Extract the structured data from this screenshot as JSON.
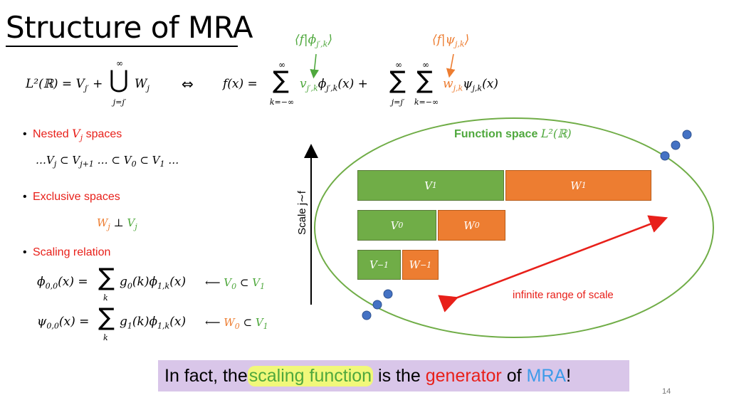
{
  "title": "Structure of MRA",
  "annotations": {
    "inner_phi": "⟨f|ϕ",
    "inner_phi_sub": "j′,k",
    "inner_psi": "⟨f|ψ",
    "inner_psi_sub": "j,k"
  },
  "equations": {
    "decomposition_lhs": "L²(ℝ) = V",
    "decomposition_lhs_sub": "j′",
    "decomposition_rhs": "W",
    "decomposition_rhs_sub": "j",
    "union_top": "∞",
    "union_bottom": "j=j′",
    "iff": "⇔",
    "expansion_lhs": "f(x) =",
    "sum1_top": "∞",
    "sum1_bottom": "k=−∞",
    "coef_v": "v",
    "coef_v_sub": "j′,k",
    "phi_term": "ϕ",
    "phi_term_sub": "j′,k",
    "phi_arg": "(x) +",
    "sum2_top": "∞",
    "sum2_bottom": "j=j′",
    "sum3_top": "∞",
    "sum3_bottom": "k=−∞",
    "coef_w": "w",
    "coef_w_sub": "j,k",
    "psi_term": "ψ",
    "psi_term_sub": "j,k",
    "psi_arg": "(x)"
  },
  "bullets": {
    "nested_label": "Nested",
    "nested_var": "V",
    "nested_var_sub": "j",
    "nested_suffix": "spaces",
    "nested_chain": "…V",
    "nested_chain_1": "j",
    "nested_chain_2": " ⊂ V",
    "nested_chain_3": "j+1",
    "nested_chain_4": " … ⊂ V",
    "nested_chain_5": "0",
    "nested_chain_6": " ⊂ V",
    "nested_chain_7": "1",
    "nested_chain_8": " …",
    "exclusive_label": "Exclusive spaces",
    "exclusive_w": "W",
    "exclusive_w_sub": "j",
    "exclusive_perp": " ⊥ ",
    "exclusive_v": "V",
    "exclusive_v_sub": "j",
    "scaling_label": "Scaling relation",
    "phi_rel_lhs": "ϕ",
    "phi_rel_lhs_sub": "0,0",
    "phi_rel_mid": "(x) =",
    "phi_rel_sum_bottom": "k",
    "phi_rel_rhs": "g",
    "phi_rel_rhs_sub0": "0",
    "phi_rel_rhs2": "(k)ϕ",
    "phi_rel_rhs_sub1": "1,k",
    "phi_rel_rhs3": "(x)",
    "psi_rel_lhs": "ψ",
    "psi_rel_lhs_sub": "0,0",
    "psi_rel_mid": "(x) =",
    "psi_rel_sum_bottom": "k",
    "psi_rel_rhs": "g",
    "psi_rel_rhs_sub0": "1",
    "psi_rel_rhs2": "(k)ϕ",
    "psi_rel_rhs_sub1": "1,k",
    "psi_rel_rhs3": "(x)",
    "arrow_left": "⟵",
    "note1_a": "V",
    "note1_a_sub": "0",
    "note1_b": " ⊂ ",
    "note1_c": "V",
    "note1_c_sub": "1",
    "note2_a": "W",
    "note2_a_sub": "0",
    "note2_b": " ⊂ ",
    "note2_c": "V",
    "note2_c_sub": "1",
    "bullet_char": "•"
  },
  "diagram": {
    "function_space_label": "Function space",
    "function_space_math": "L²(ℝ)",
    "scale_axis_label": "Scale j∼f",
    "range_label": "infinite range of scale",
    "blocks": {
      "v1": "V",
      "v1_sub": "1",
      "w1": "W",
      "w1_sub": "1",
      "v0": "V",
      "v0_sub": "0",
      "w0": "W",
      "w0_sub": "0",
      "vm1": "V",
      "vm1_sub": "−1",
      "wm1": "W",
      "wm1_sub": "−1"
    },
    "colors": {
      "ellipse": "#70ad47",
      "v_block": "#70ad47",
      "w_block": "#ed7d31",
      "arrow": "#e8201a",
      "dots": "#4472c4"
    }
  },
  "banner": {
    "part1": "In fact, the ",
    "part2": "scaling function",
    "part3": " is the ",
    "part4": "generator",
    "part5": " of ",
    "part6": "MRA",
    "part7": "!"
  },
  "page_number": "14"
}
